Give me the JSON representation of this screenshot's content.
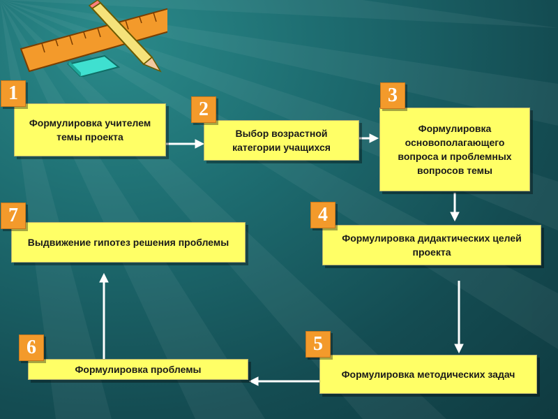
{
  "steps": [
    {
      "num": "1",
      "text": "Формулировка учителем темы проекта"
    },
    {
      "num": "2",
      "text": "Выбор возрастной категории учащихся"
    },
    {
      "num": "3",
      "text": "Формулировка основополагающего вопроса и проблемных вопросов темы"
    },
    {
      "num": "4",
      "text": "Формулировка дидактических целей проекта"
    },
    {
      "num": "5",
      "text": "Формулировка методических задач"
    },
    {
      "num": "6",
      "text": "Формулировка проблемы"
    },
    {
      "num": "7",
      "text": "Выдвижение гипотез решения проблемы"
    }
  ],
  "colors": {
    "box": "#ffff66",
    "badge": "#f39a2b",
    "background": "#1d6b6f",
    "arrow": "#ffffff"
  },
  "icons": [
    "ruler-icon",
    "pencil-icon",
    "eraser-icon"
  ]
}
